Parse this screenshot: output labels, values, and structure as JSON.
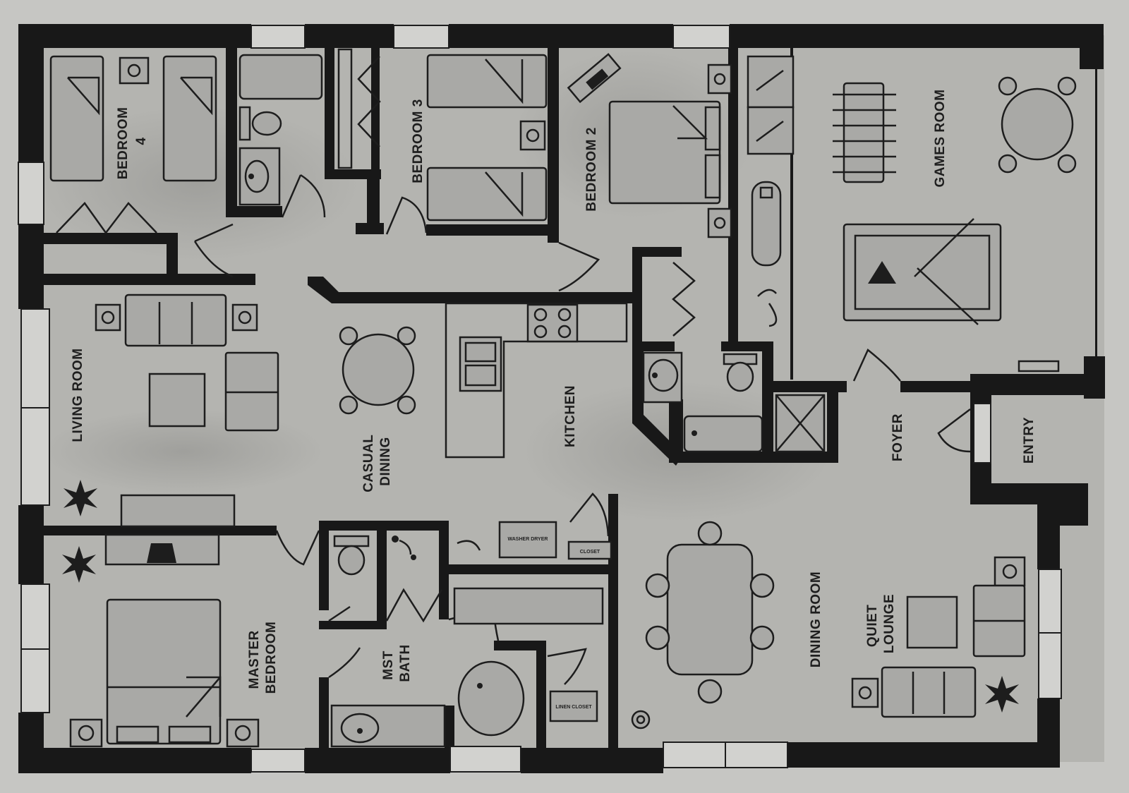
{
  "colors": {
    "paper": "#c4c4c1",
    "floor": "#b2b2ae",
    "wall": "#181818",
    "fixture": "#a9a9a6"
  },
  "rooms": {
    "bedroom_4": [
      "BEDROOM",
      "4"
    ],
    "bedroom_3": [
      "BEDROOM 3"
    ],
    "bedroom_2": [
      "BEDROOM 2"
    ],
    "games_room": [
      "GAMES ROOM"
    ],
    "living_room": [
      "LIVING ROOM"
    ],
    "casual_dining": [
      "CASUAL",
      "DINING"
    ],
    "kitchen": [
      "KITCHEN"
    ],
    "foyer": [
      "FOYER"
    ],
    "entry": [
      "ENTRY"
    ],
    "master_bedroom": [
      "MASTER",
      "BEDROOM"
    ],
    "mst_bath": [
      "MST",
      "BATH"
    ],
    "dining_room": [
      "DINING ROOM"
    ],
    "quiet_lounge": [
      "QUIET",
      "LOUNGE"
    ]
  },
  "fixture_labels": {
    "washer_dryer": "WASHER DRYER",
    "closet": "CLOSET",
    "linen_closet": "LINEN CLOSET"
  }
}
